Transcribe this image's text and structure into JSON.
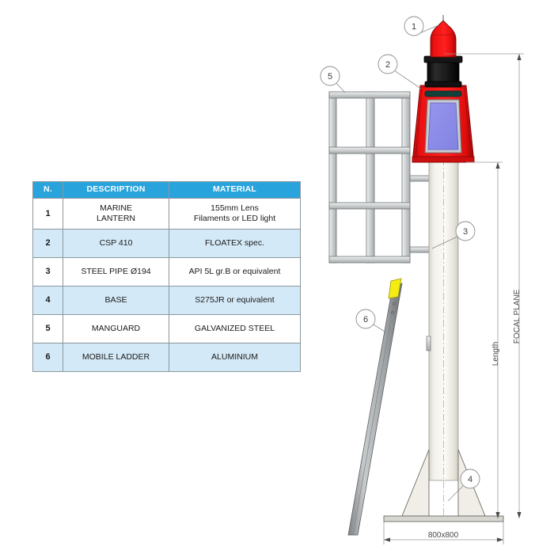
{
  "table": {
    "headers": [
      "N.",
      "DESCRIPTION",
      "MATERIAL"
    ],
    "rows": [
      {
        "n": "1",
        "description_line1": "MARINE",
        "description_line2": "LANTERN",
        "material_line1": "155mm Lens",
        "material_line2": "Filaments or LED light"
      },
      {
        "n": "2",
        "description_line1": "CSP 410",
        "description_line2": "",
        "material_line1": "FLOATEX spec.",
        "material_line2": ""
      },
      {
        "n": "3",
        "description_line1": "STEEL PIPE Ø194",
        "description_line2": "",
        "material_line1": "API 5L gr.B or equivalent",
        "material_line2": ""
      },
      {
        "n": "4",
        "description_line1": "BASE",
        "description_line2": "",
        "material_line1": "S275JR or equivalent",
        "material_line2": ""
      },
      {
        "n": "5",
        "description_line1": "MANGUARD",
        "description_line2": "",
        "material_line1": "GALVANIZED STEEL",
        "material_line2": ""
      },
      {
        "n": "6",
        "description_line1": "MOBILE LADDER",
        "description_line2": "",
        "material_line1": "ALUMINIUM",
        "material_line2": ""
      }
    ]
  },
  "drawing": {
    "callouts": [
      {
        "id": "1",
        "label": "1"
      },
      {
        "id": "2",
        "label": "2"
      },
      {
        "id": "3",
        "label": "3"
      },
      {
        "id": "4",
        "label": "4"
      },
      {
        "id": "5",
        "label": "5"
      },
      {
        "id": "6",
        "label": "6"
      }
    ],
    "dimensions": {
      "focal_plane": "FOCAL PLANE",
      "length": "Length",
      "base_width": "800x800"
    },
    "colors": {
      "lantern_red": "#ee1111",
      "lantern_black": "#161616",
      "solar_panel": "#8a8ae8",
      "pole_cream": "#f1efe8",
      "steel_grey": "#b9bcbd",
      "ladder_hook_yellow": "#f4ec12",
      "table_header_blue": "#29a3dc",
      "table_alt_blue": "#d4e9f7",
      "dim_line": "#9a9a9a"
    }
  }
}
